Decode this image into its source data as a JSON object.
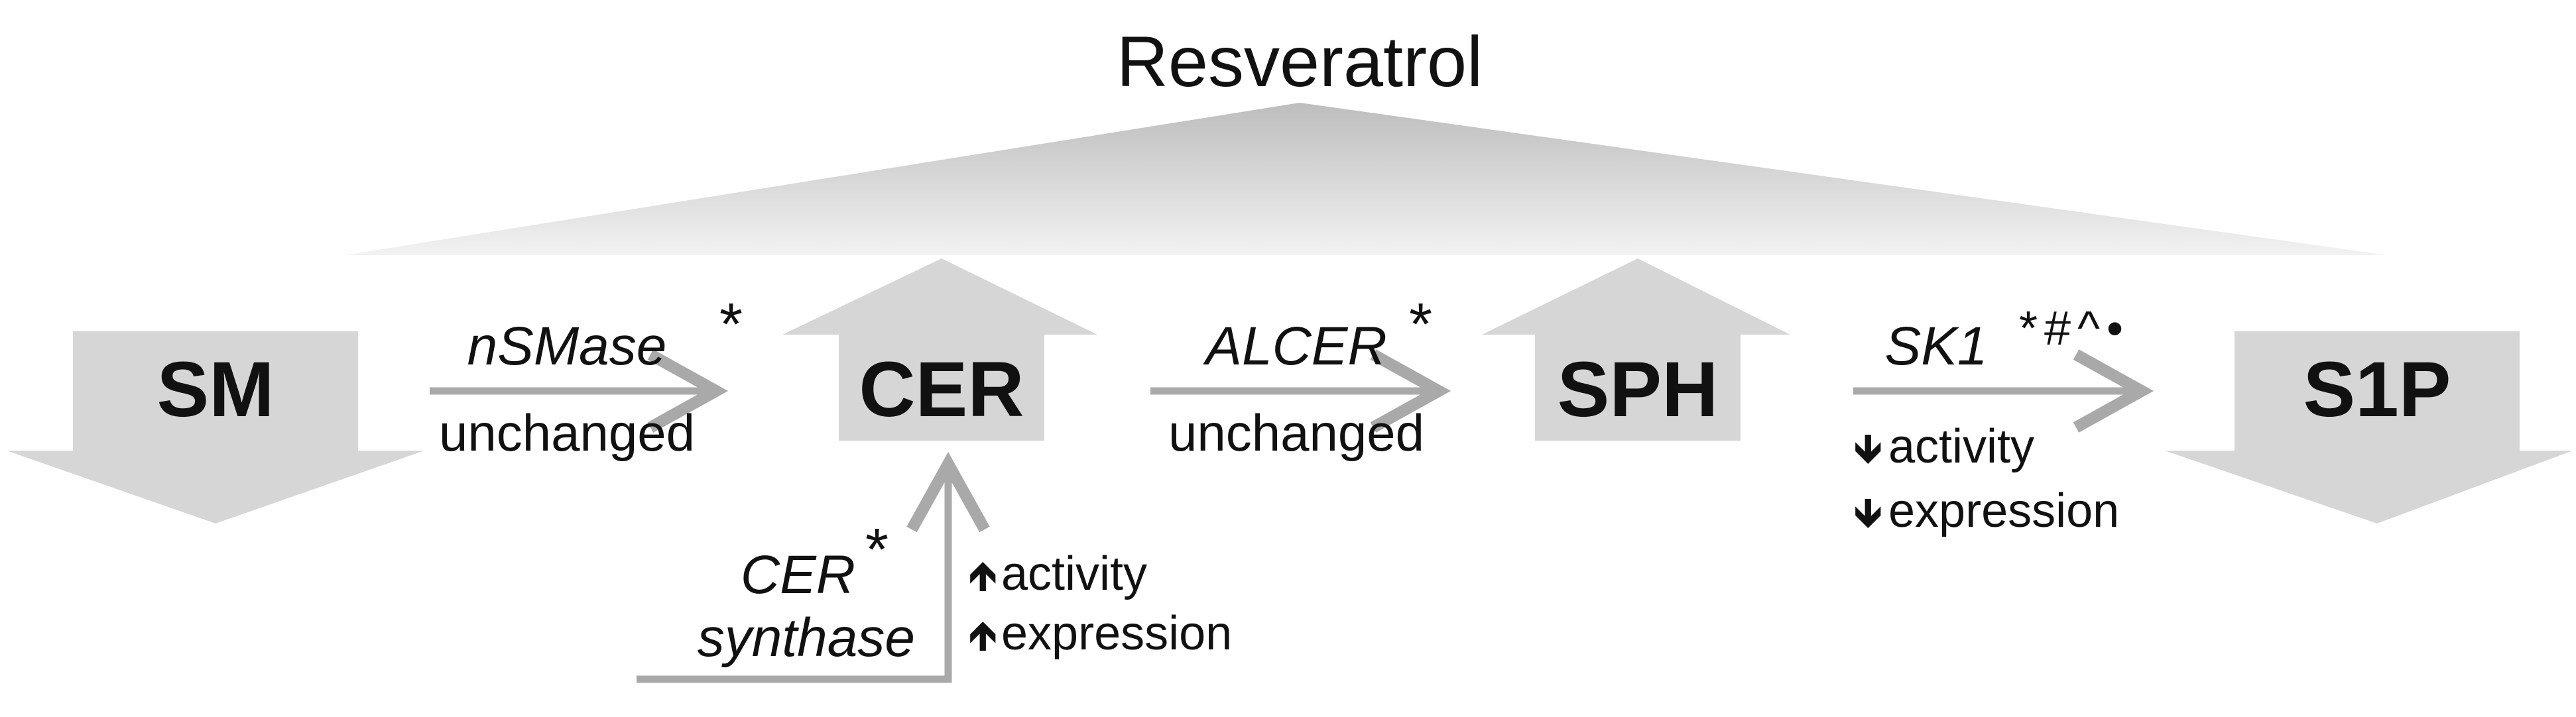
{
  "title": "Resveratrol",
  "colors": {
    "block_arrow_fill": "#d6d6d6",
    "pathway_arrow": "#a9a9a9",
    "text": "#111111",
    "fan": "#cfcfcf"
  },
  "nodes": [
    {
      "id": "sm",
      "label": "SM",
      "direction": "down"
    },
    {
      "id": "cer",
      "label": "CER",
      "direction": "up"
    },
    {
      "id": "sph",
      "label": "SPH",
      "direction": "up"
    },
    {
      "id": "s1p",
      "label": "S1P",
      "direction": "down"
    }
  ],
  "enzymes": {
    "nsmase": {
      "name": "nSMase",
      "mark": "*",
      "effect": "unchanged"
    },
    "alcer": {
      "name": "ALCER",
      "mark": "*",
      "effect": "unchanged"
    },
    "sk1": {
      "name": "SK1",
      "mark": "*#^•",
      "effects": [
        {
          "arrow": "down",
          "text": "activity"
        },
        {
          "arrow": "down",
          "text": "expression"
        }
      ]
    },
    "cer_synthase": {
      "name_line1": "CER",
      "name_line2": "synthase",
      "mark": "*",
      "effects": [
        {
          "arrow": "up",
          "text": "activity"
        },
        {
          "arrow": "up",
          "text": "expression"
        }
      ]
    }
  }
}
